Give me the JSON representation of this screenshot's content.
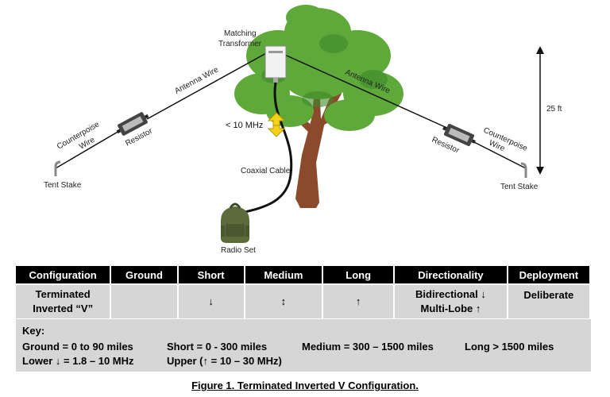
{
  "diagram": {
    "labels": {
      "matching_transformer_1": "Matching",
      "matching_transformer_2": "Transformer",
      "antenna_wire_left": "Antenna Wire",
      "antenna_wire_right": "Antenna Wire",
      "resistor_left": "Resistor",
      "resistor_right": "Resistor",
      "counterpoise_left_1": "Counterpoise",
      "counterpoise_left_2": "Wire",
      "counterpoise_right_1": "Counterpoise",
      "counterpoise_right_2": "Wire",
      "tent_stake_left": "Tent Stake",
      "tent_stake_right": "Tent Stake",
      "frequency": "< 10 MHz",
      "coax": "Coaxial Cable",
      "radio": "Radio Set",
      "height": "25 ft"
    },
    "colors": {
      "foliage": "#5fa83a",
      "trunk": "#8b4a2b",
      "arrow": "#f2d21b",
      "radio": "#5b6b3c"
    }
  },
  "table": {
    "headers": [
      "Configuration",
      "Ground",
      "Short",
      "Medium",
      "Long",
      "Directionality",
      "Deployment"
    ],
    "row": {
      "configuration_1": "Terminated",
      "configuration_2": "Inverted “V”",
      "ground": "",
      "short": "↓",
      "medium": "↕",
      "long": "↑",
      "directionality_1": "Bidirectional ↓",
      "directionality_2": "Multi-Lobe ↑",
      "deployment": "Deliberate"
    }
  },
  "key": {
    "title": "Key:",
    "ground": "Ground = 0 to 90 miles",
    "short": "Short = 0 - 300 miles",
    "medium": "Medium = 300 – 1500 miles",
    "long": "Long > 1500 miles",
    "lower": "Lower ↓ = 1.8 – 10 MHz",
    "upper": "Upper (↑ = 10 – 30 MHz)"
  },
  "caption": "Figure 1.  Terminated Inverted V Configuration."
}
